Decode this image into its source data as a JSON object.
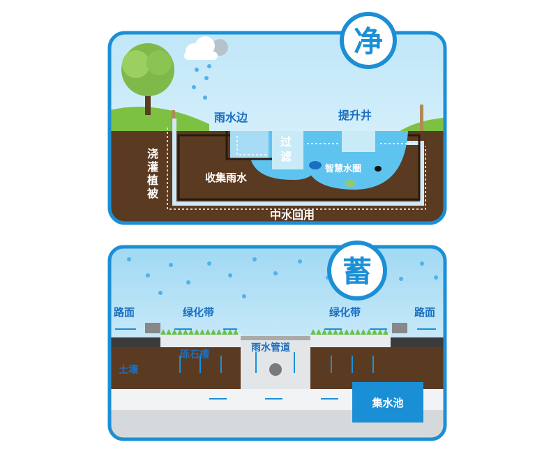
{
  "top_panel": {
    "badge": "净",
    "labels": {
      "rain_edge": "雨水边",
      "lift_well": "提升井",
      "filter_1": "过",
      "filter_2": "滤",
      "collect": "收集雨水",
      "smart_ring": "智慧水圈",
      "irrigate": [
        "浇",
        "灌",
        "植",
        "被"
      ],
      "reuse": "中水回用"
    }
  },
  "bottom_panel": {
    "badge": "蓄",
    "labels": {
      "road_left": "路面",
      "green_left": "绿化带",
      "green_right": "绿化带",
      "road_right": "路面",
      "pipe": "雨水管道",
      "soil": "土壤",
      "gravel": "砾石槽",
      "tank": "集水池"
    }
  },
  "colors": {
    "frame": "#1b8fd6",
    "soil": "#5b3a22",
    "text_blue": "#1b6fc0",
    "water": "#5fc3ef"
  }
}
